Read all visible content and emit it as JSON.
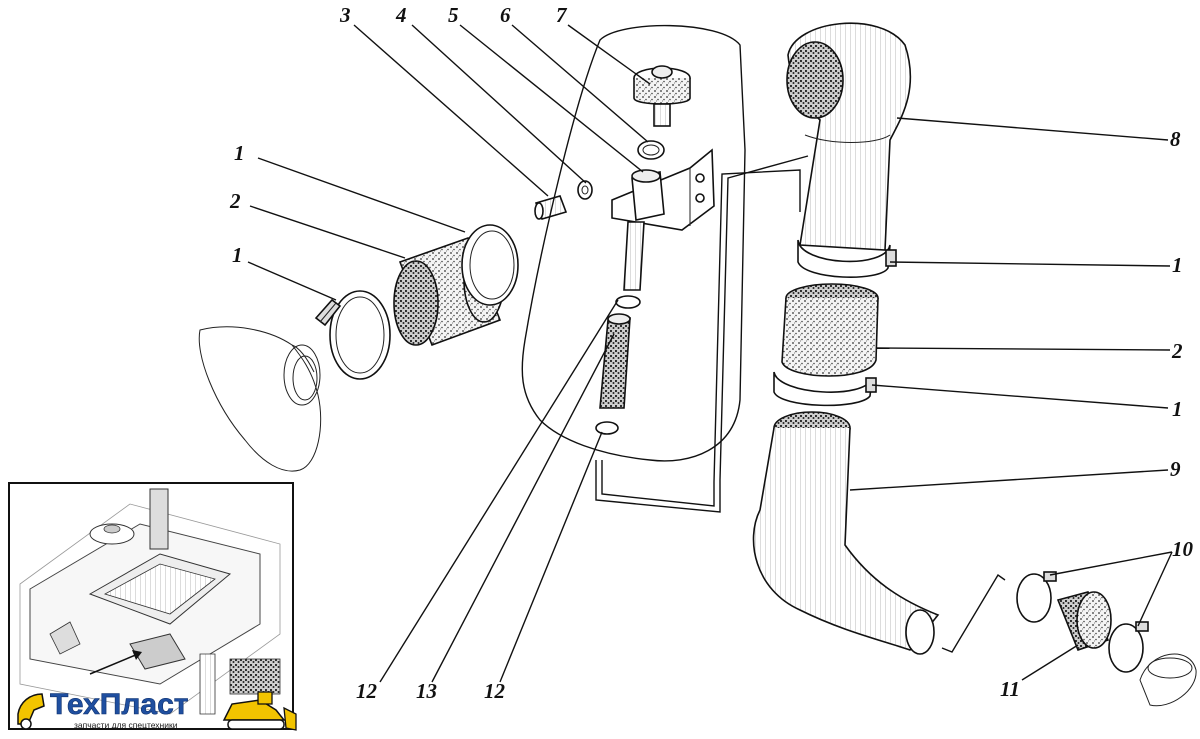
{
  "diagram": {
    "labels": {
      "l1_top_left": "1",
      "l2_left": "2",
      "l1_left": "1",
      "l3": "3",
      "l4": "4",
      "l5": "5",
      "l6": "6",
      "l7": "7",
      "l8": "8",
      "l1_right_a": "1",
      "l2_right": "2",
      "l1_right_b": "1",
      "l9": "9",
      "l10": "10",
      "l11": "11",
      "l12_a": "12",
      "l13": "13",
      "l12_b": "12"
    }
  },
  "logo": {
    "brand": "ТехПласт",
    "tagline": "запчасти для спецтехники"
  },
  "colors": {
    "ink": "#111111",
    "brand_blue": "#1f4fa0",
    "brand_yellow": "#f2c400"
  }
}
